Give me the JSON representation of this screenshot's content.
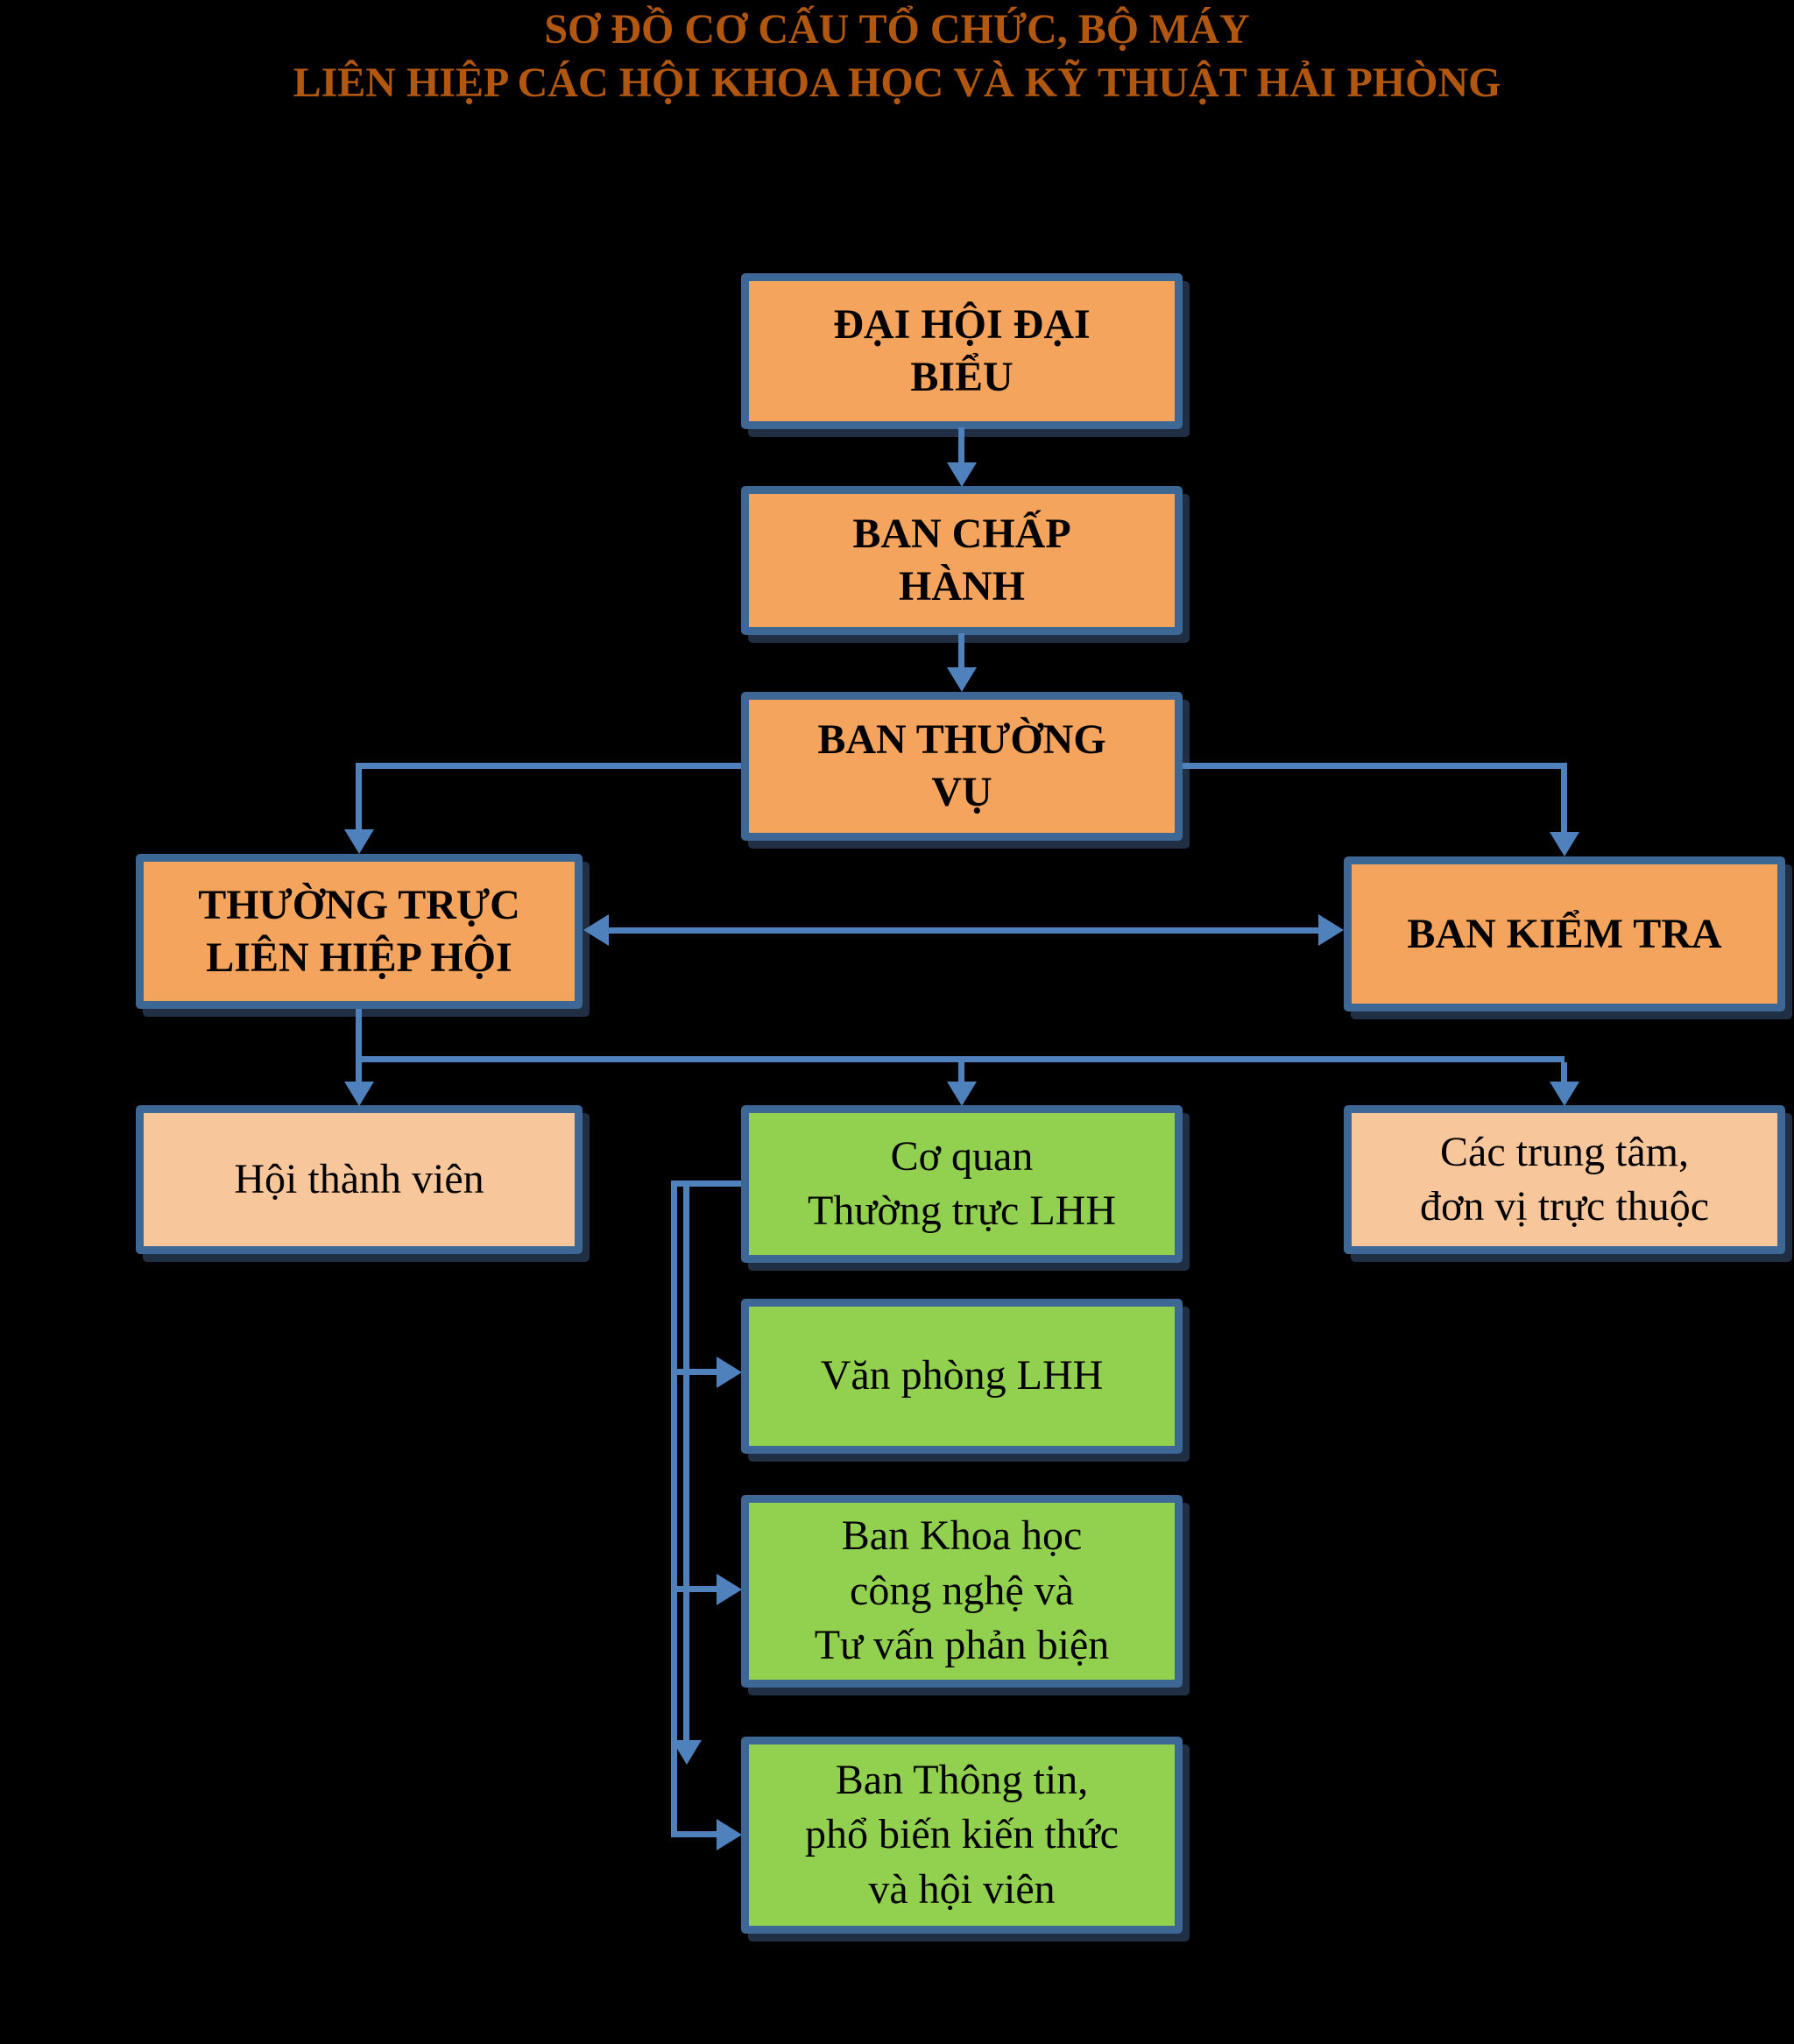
{
  "title": {
    "text": "SƠ ĐỒ CƠ CẤU TỔ CHỨC, BỘ MÁY\nLIÊN HIỆP CÁC HỘI KHOA HỌC VÀ KỸ THUẬT HẢI PHÒNG"
  },
  "colors": {
    "bg": "#000000",
    "title": "#B2570F",
    "orange": "#F4A45C",
    "peach": "#F8C69B",
    "green": "#92D050",
    "border": "#3D6795",
    "arrow": "#4F81BD",
    "ink": "#000000"
  },
  "nodes": {
    "dai_hoi": {
      "label": "ĐẠI HỘI ĐẠI\nBIỂU",
      "fill": "orange"
    },
    "chap_hanh": {
      "label": "BAN CHẤP\nHÀNH",
      "fill": "orange"
    },
    "thuong_vu": {
      "label": "BAN THƯỜNG\nVỤ",
      "fill": "orange"
    },
    "thuong_truc": {
      "label": "THƯỜNG TRỰC\nLIÊN HIỆP HỘI",
      "fill": "orange"
    },
    "kiem_tra": {
      "label": "BAN KIỂM TRA",
      "fill": "orange"
    },
    "hoi_thanh_vien": {
      "label": "Hội thành viên",
      "fill": "peach"
    },
    "co_quan": {
      "label": "Cơ quan\nThường trực LHH",
      "fill": "green"
    },
    "trung_tam": {
      "label": "Các trung tâm,\nđơn vị trực thuộc",
      "fill": "peach"
    },
    "van_phong": {
      "label": "Văn phòng LHH",
      "fill": "green"
    },
    "khoa_hoc": {
      "label": "Ban Khoa học\ncông nghệ và\nTư vấn phản biện",
      "fill": "green"
    },
    "thong_tin": {
      "label": "Ban Thông tin,\nphổ biến kiến thức\nvà hội viên",
      "fill": "green"
    }
  },
  "edges": [
    {
      "from": "dai_hoi",
      "to": "chap_hanh",
      "type": "arrow"
    },
    {
      "from": "chap_hanh",
      "to": "thuong_vu",
      "type": "arrow"
    },
    {
      "from": "thuong_vu",
      "to": "thuong_truc",
      "type": "elbow-arrow"
    },
    {
      "from": "thuong_vu",
      "to": "kiem_tra",
      "type": "elbow-arrow"
    },
    {
      "from": "thuong_truc",
      "to": "kiem_tra",
      "type": "double-arrow"
    },
    {
      "from": "thuong_truc",
      "to": "hoi_thanh_vien",
      "type": "arrow"
    },
    {
      "from": "thuong_truc",
      "to": "co_quan",
      "type": "arrow"
    },
    {
      "from": "thuong_truc",
      "to": "trung_tam",
      "type": "arrow"
    },
    {
      "from": "co_quan",
      "to": "van_phong",
      "type": "elbow-arrow"
    },
    {
      "from": "co_quan",
      "to": "khoa_hoc",
      "type": "elbow-arrow"
    },
    {
      "from": "co_quan",
      "to": "thong_tin",
      "type": "elbow-arrow"
    }
  ]
}
